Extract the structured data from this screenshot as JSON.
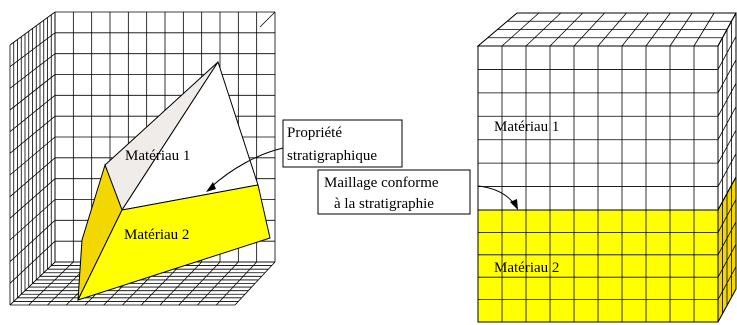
{
  "left_figure": {
    "label_material_1": "Matériau 1",
    "label_material_2": "Matériau 2",
    "callout_line1": "Propriété",
    "callout_line2": "stratigraphique"
  },
  "right_figure": {
    "label_material_1": "Matériau 1",
    "label_material_2": "Matériau 2",
    "callout_line1": "Maillage conforme",
    "callout_line2": "à la stratigraphie"
  },
  "colors": {
    "material_1": "#ffffff",
    "material_1_shaded": "#efecea",
    "material_2": "#ffff00",
    "material_2_shaded": "#f2d800",
    "grid_line": "#000000"
  }
}
